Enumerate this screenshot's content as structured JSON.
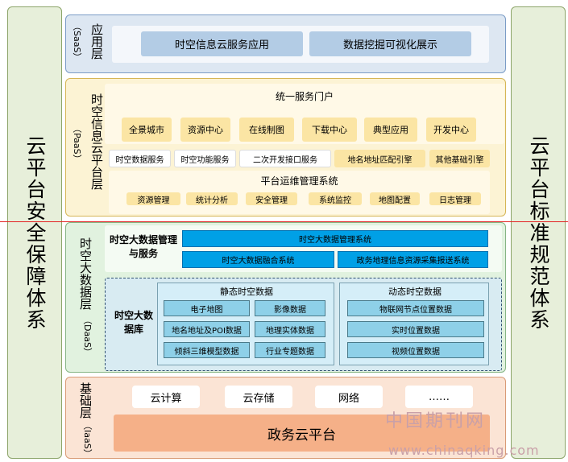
{
  "left_pillar": "云平台安全保障体系",
  "right_pillar": "云平台标准规范体系",
  "saas": {
    "label": "应用层",
    "sublabel": "（SaaS）",
    "items": [
      "时空信息云服务应用",
      "数据挖掘可视化展示"
    ]
  },
  "paas": {
    "label": "时空信息云平台层",
    "sublabel": "（PaaS）",
    "portal_title": "统一服务门户",
    "portal_items": [
      "全景城市",
      "资源中心",
      "在线制图",
      "下载中心",
      "典型应用",
      "开发中心"
    ],
    "service_items": [
      "时空数据服务",
      "时空功能服务",
      "二次开发接口服务",
      "地名地址匹配引擎",
      "其他基础引擎"
    ],
    "ops_title": "平台运维管理系统",
    "ops_items": [
      "资源管理",
      "统计分析",
      "安全管理",
      "系统监控",
      "地图配置",
      "日志管理"
    ]
  },
  "daas": {
    "label": "时空大数据层",
    "sublabel": "（DaaS）",
    "mgmt_label": "时空大数据管理与服务",
    "mgmt_top": "时空大数据管理系统",
    "mgmt_left": "时空大数据融合系统",
    "mgmt_right": "政务地理信息资源采集报送系统",
    "db_label": "时空大数据库",
    "static_title": "静态时空数据",
    "static_items": [
      "电子地图",
      "影像数据",
      "地名地址及POI数据",
      "地理实体数据",
      "倾斜三维模型数据",
      "行业专题数据"
    ],
    "dynamic_title": "动态时空数据",
    "dynamic_items": [
      "物联网节点位置数据",
      "实时位置数据",
      "视频位置数据"
    ]
  },
  "iaas": {
    "label": "基础层",
    "sublabel": "（IaaS）",
    "items": [
      "云计算",
      "云存储",
      "网络",
      "……"
    ],
    "platform": "政务云平台"
  },
  "watermark": {
    "site_name": "中国期刊网",
    "url": "www.chinaqking.com"
  }
}
